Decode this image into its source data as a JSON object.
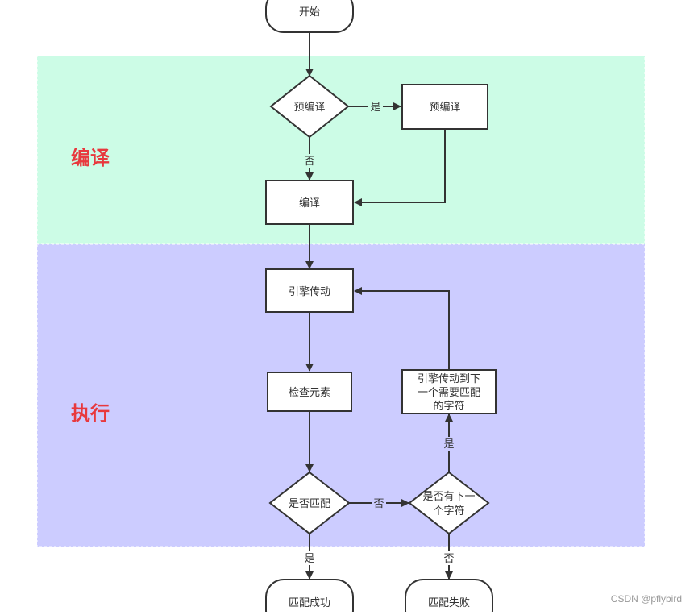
{
  "diagram": {
    "lanes": [
      {
        "id": "compile",
        "label": "编译"
      },
      {
        "id": "execute",
        "label": "执行"
      }
    ],
    "nodes": {
      "start": "开始",
      "precompile_check": "预编译",
      "precompile": "预编译",
      "compile": "编译",
      "engine_drive": "引擎传动",
      "check_element": "检查元素",
      "is_match": "是否匹配",
      "has_next_char": [
        "是否有下一",
        "个字符"
      ],
      "engine_next": [
        "引擎传动到下",
        "一个需要匹配",
        "的字符"
      ],
      "match_success": "匹配成功",
      "match_fail": "匹配失败"
    },
    "edge_labels": {
      "precompile_yes": "是",
      "precompile_no": "否",
      "match_no": "否",
      "has_next_yes": "是",
      "match_yes": "是",
      "has_next_no": "否"
    }
  },
  "colors": {
    "lane_compile": "#ccfce6",
    "lane_execute": "#ccccff",
    "lane_label": "#e8383d",
    "stroke": "#333333"
  },
  "watermark": "CSDN @pflybird"
}
